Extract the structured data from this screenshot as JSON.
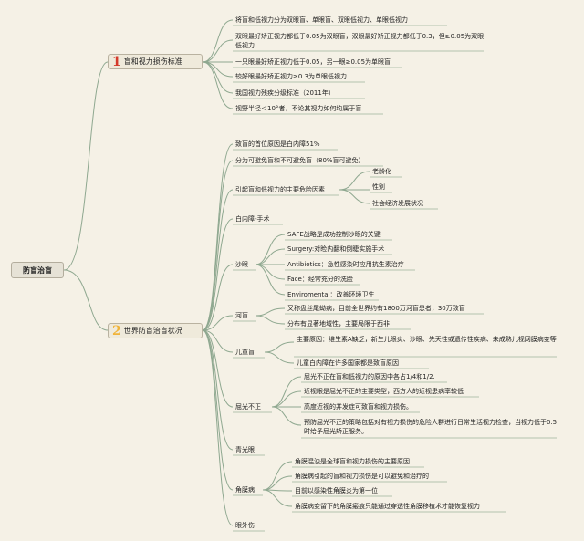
{
  "colors": {
    "background": "#f5f1e6",
    "line": "#8fa890",
    "branch1_number": "#d43a2b",
    "branch2_number": "#f0b43a"
  },
  "root": "防盲治盲",
  "branch1": {
    "number": "1",
    "label": "盲和视力损伤标准",
    "items": [
      "将盲和低视力分为双眼盲、单眼盲、双眼低视力、单眼低视力",
      "双眼最好矫正视力都低于0.05为双眼盲，双眼最好矫正视力都低于0.3，但≥0.05为双眼低视力",
      "一只眼最好矫正视力低于0.05，另一眼≥0.05为单眼盲",
      "较好眼最好矫正视力≥0.3为单眼低视力",
      "我国视力残疾分级标准（2011年）",
      "视野半径＜10°者，不论其视力如何均属于盲"
    ]
  },
  "branch2": {
    "number": "2",
    "label": "世界防盲治盲状况",
    "items": {
      "first_cause": "致盲的首位原因是白内障51%",
      "avoidable": "分为可避免盲和不可避免盲（80%盲可避免）",
      "risk_factors": {
        "label": "引起盲和低视力的主要危险因素",
        "children": [
          "老龄化",
          "性别",
          "社会经济发展状况"
        ]
      },
      "cataract": "白内障-手术",
      "trachoma": {
        "label": "沙眼",
        "children": [
          "SAFE战略是成功控制沙眼的关键",
          "Surgery:对睑内翻和倒睫实施手术",
          "Antibiotics：急性感染时应用抗生素治疗",
          "Face：经常充分的洗脸",
          "Enviromental：改善环境卫生"
        ]
      },
      "river_blindness": {
        "label": "河盲",
        "children": [
          "又称盘丝尾蚴病，目前全世界约有1800万河盲患者，30万致盲",
          "分布有显著地域性，主要局限于西非"
        ]
      },
      "child_blindness": {
        "label": "儿童盲",
        "children": [
          "主要原因：维生素A缺乏，新生儿眼炎、沙眼、先天性或遗传性疾病、未成熟儿视网膜病变等",
          "儿童白内障在许多国家都是致盲原因"
        ]
      },
      "refractive_error": {
        "label": "屈光不正",
        "children": [
          "屈光不正在盲和低视力的原因中各占1/4和1/2.",
          "近视眼是屈光不正的主要类型，西方人的近视患病率较低",
          "高度近视的并发症可致盲和视力损伤。",
          "预防屈光不正的策略包括对有视力损伤的危险人群进行日常生活视力检查，当视力低于0.5时给予屈光矫正服务。"
        ]
      },
      "glaucoma": "青光眼",
      "corneal_disease": {
        "label": "角膜病",
        "children": [
          "角膜混浊是全球盲和视力损伤的主要原因",
          "角膜病引起的盲和视力损伤是可以避免和治疗的",
          "目前以感染性角膜炎为第一位",
          "角膜病变留下的角膜瘢痕只能通过穿透性角膜移植术才能恢复视力"
        ]
      },
      "eye_trauma": "眼外伤"
    }
  }
}
